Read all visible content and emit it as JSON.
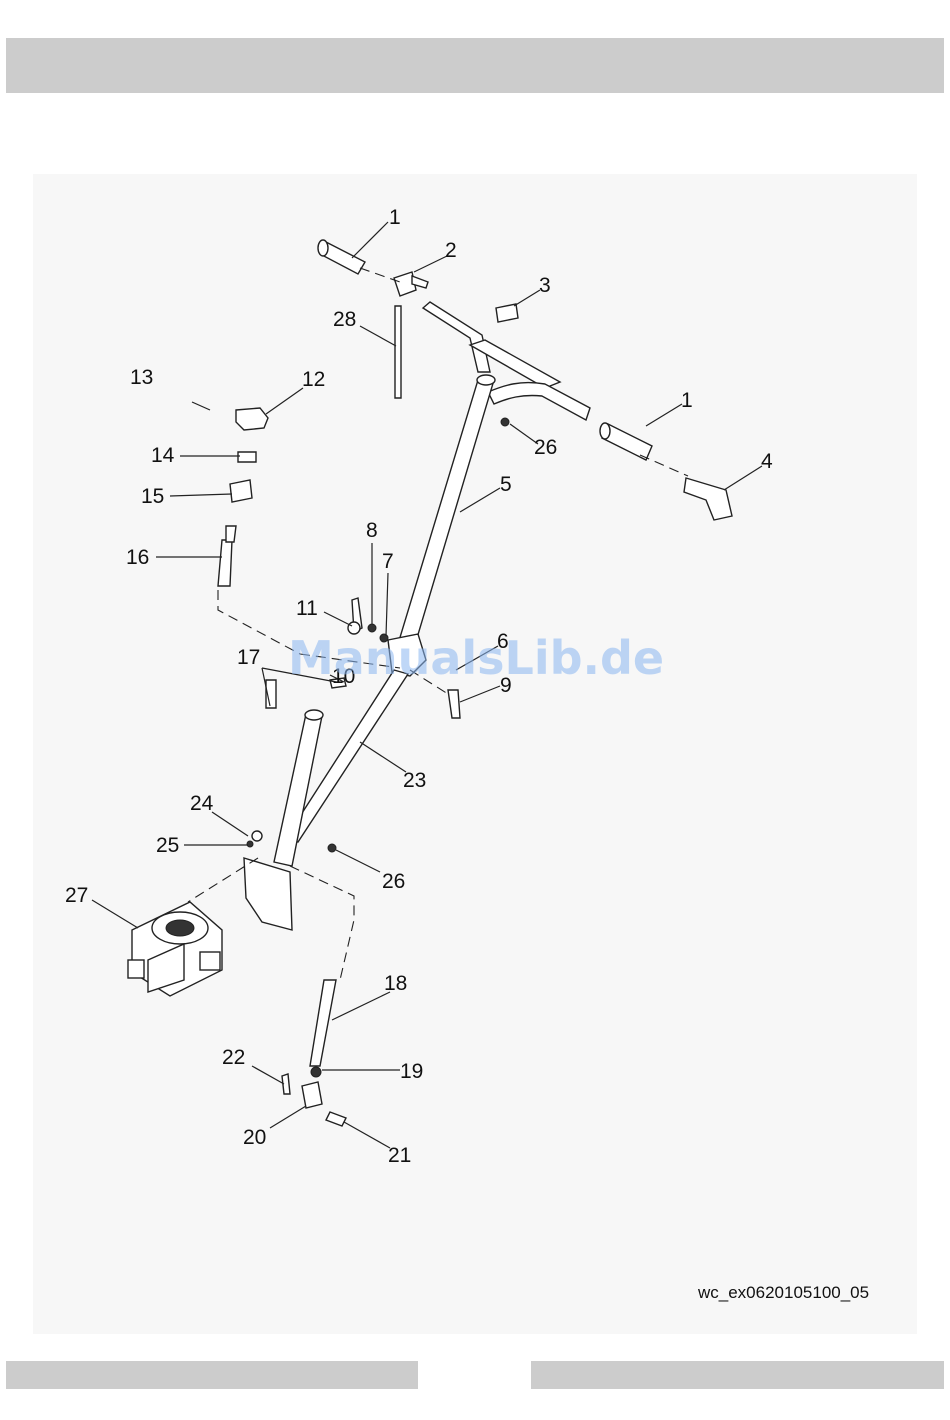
{
  "diagram": {
    "callouts": {
      "c1a": "1",
      "c2": "2",
      "c3": "3",
      "c28": "28",
      "c13": "13",
      "c12": "12",
      "c1b": "1",
      "c26a": "26",
      "c4": "4",
      "c14": "14",
      "c5": "5",
      "c15": "15",
      "c16": "16",
      "c8": "8",
      "c7": "7",
      "c11": "11",
      "c6": "6",
      "c17": "17",
      "c10": "10",
      "c9": "9",
      "c23": "23",
      "c24": "24",
      "c25": "25",
      "c26b": "26",
      "c27": "27",
      "c18": "18",
      "c22": "22",
      "c19": "19",
      "c20": "20",
      "c21": "21"
    },
    "watermark": "ManualsLib.de",
    "drawing_code": "wc_ex0620105100_05"
  }
}
